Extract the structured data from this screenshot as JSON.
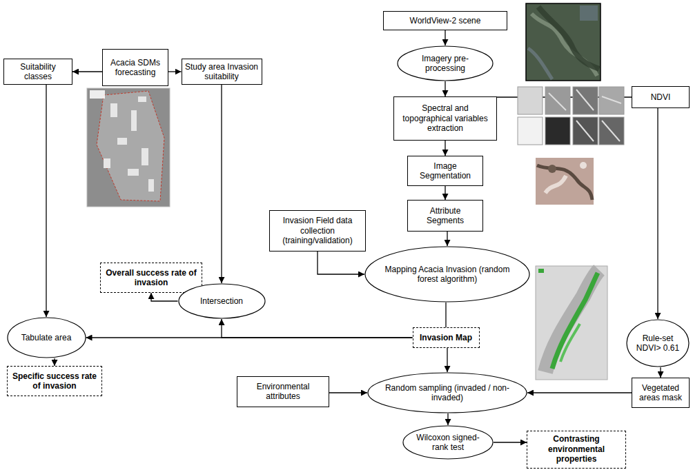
{
  "diagram": {
    "nodes": [
      {
        "text": [
          "Acacia SDMs forecasting"
        ]
      },
      {
        "text": [
          "Suitability classes"
        ]
      },
      {
        "text": [
          "Study area Invasion suitability"
        ]
      },
      {
        "text": [
          "WorldView-2 scene"
        ]
      },
      {
        "text": [
          "Imagery pre-processing"
        ]
      },
      {
        "text": [
          "Spectral and topographical variables extraction"
        ]
      },
      {
        "text": [
          "NDVI"
        ]
      },
      {
        "text": [
          "Image Segmentation"
        ]
      },
      {
        "text": [
          "Attribute Segments"
        ]
      },
      {
        "text": [
          "Invasion Field data collection (training/validation)"
        ]
      },
      {
        "text": [
          "Overall success rate of invasion"
        ]
      },
      {
        "text": [
          "Mapping Acacia Invasion (random forest algorithm)"
        ]
      },
      {
        "text": [
          "Intersection"
        ]
      },
      {
        "text": [
          "Tabulate area"
        ]
      },
      {
        "text": [
          "Invasion Map"
        ]
      },
      {
        "text": [
          "Rule-set NDVI> 0.61"
        ]
      },
      {
        "text": [
          "Specific success rate of invasion"
        ]
      },
      {
        "text": [
          "Environmental attributes"
        ]
      },
      {
        "text": [
          "Random sampling (invaded / non-invaded)"
        ]
      },
      {
        "text": [
          "Vegetated areas mask"
        ]
      },
      {
        "text": [
          "Wilcoxon signed-rank test"
        ]
      },
      {
        "text": [
          "Contrasting environmental properties"
        ]
      }
    ],
    "edges": [
      {
        "from": 0,
        "to": 1,
        "arrow": "to"
      },
      {
        "from": 0,
        "to": 2,
        "arrow": "to"
      },
      {
        "from": 1,
        "to": 13,
        "arrow": "to"
      },
      {
        "from": 2,
        "to": 12,
        "arrow": "to"
      },
      {
        "from": 12,
        "to": 10,
        "arrow": "to"
      },
      {
        "from": 3,
        "to": 4,
        "arrow": "to"
      },
      {
        "from": 4,
        "to": 5,
        "arrow": "to"
      },
      {
        "from": 5,
        "to": 7,
        "arrow": "to"
      },
      {
        "from": 7,
        "to": 8,
        "arrow": "to"
      },
      {
        "from": 8,
        "to": 11,
        "arrow": "to"
      },
      {
        "from": 5,
        "to": 6,
        "arrow": "none"
      },
      {
        "from": 6,
        "to": 15,
        "arrow": "to"
      },
      {
        "from": 9,
        "to": 11,
        "arrow": "to"
      },
      {
        "from": 11,
        "to": 14,
        "arrow": "none"
      },
      {
        "from": 14,
        "to": 13,
        "arrow": "to"
      },
      {
        "from": 14,
        "to": 12,
        "arrow": "to"
      },
      {
        "from": 14,
        "to": 18,
        "arrow": "to"
      },
      {
        "from": 13,
        "to": 16,
        "arrow": "to"
      },
      {
        "from": 17,
        "to": 18,
        "arrow": "to"
      },
      {
        "from": 15,
        "to": 19,
        "arrow": "to"
      },
      {
        "from": 19,
        "to": 18,
        "arrow": "to"
      },
      {
        "from": 18,
        "to": 20,
        "arrow": "to"
      },
      {
        "from": 20,
        "to": 21,
        "arrow": "to"
      }
    ]
  }
}
